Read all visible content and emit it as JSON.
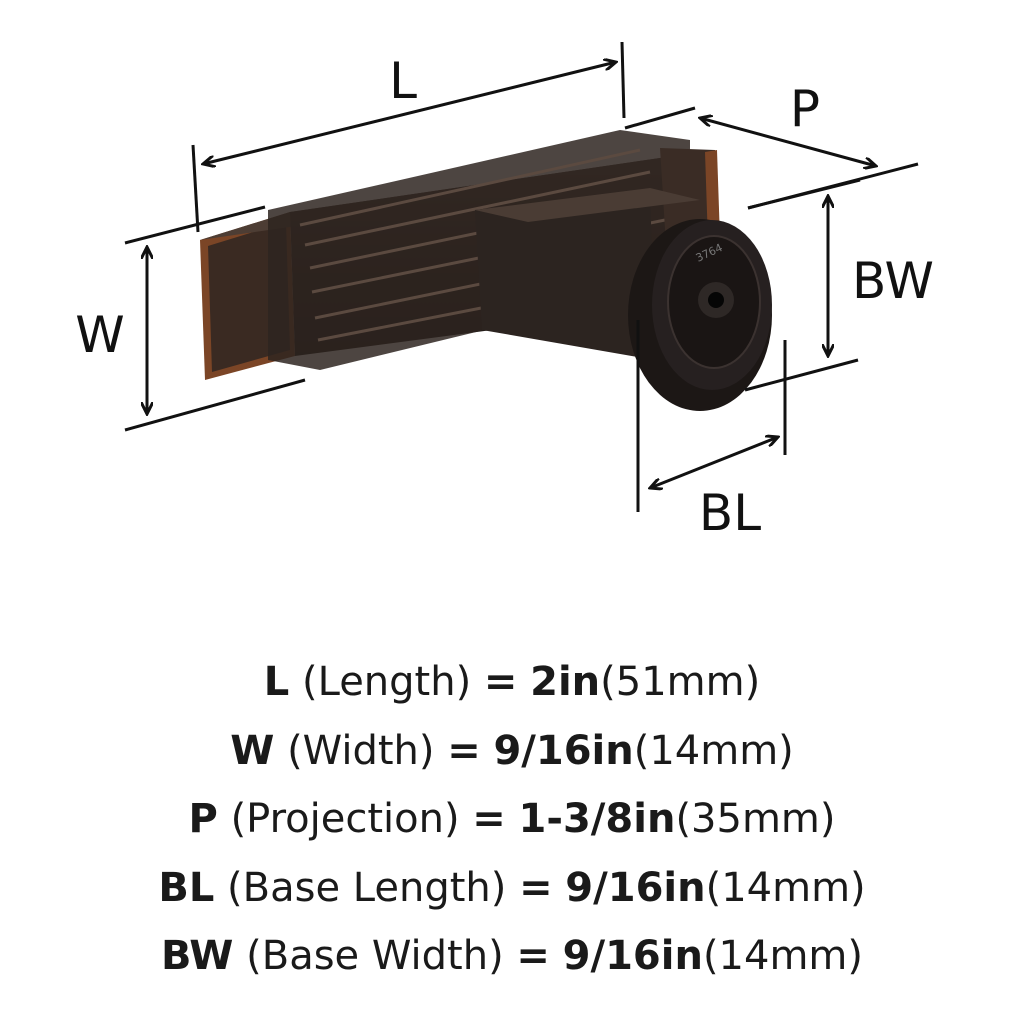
{
  "diagram": {
    "labels": {
      "L": "L",
      "P": "P",
      "W": "W",
      "BW": "BW",
      "BL": "BL"
    },
    "colors": {
      "finish": "#2a211d",
      "copper_edge": "#8a4a26",
      "line": "#111111"
    }
  },
  "specs": [
    {
      "abbr": "L",
      "name": "(Length)",
      "eq": "=",
      "imperial": "2in",
      "metric": "(51mm)"
    },
    {
      "abbr": "W",
      "name": "(Width)",
      "eq": "=",
      "imperial": "9/16in",
      "metric": "(14mm)"
    },
    {
      "abbr": "P",
      "name": "(Projection)",
      "eq": "=",
      "imperial": "1-3/8in",
      "metric": "(35mm)"
    },
    {
      "abbr": "BL",
      "name": "(Base Length)",
      "eq": "=",
      "imperial": "9/16in",
      "metric": "(14mm)"
    },
    {
      "abbr": "BW",
      "name": "(Base Width)",
      "eq": "=",
      "imperial": "9/16in",
      "metric": "(14mm)"
    }
  ]
}
